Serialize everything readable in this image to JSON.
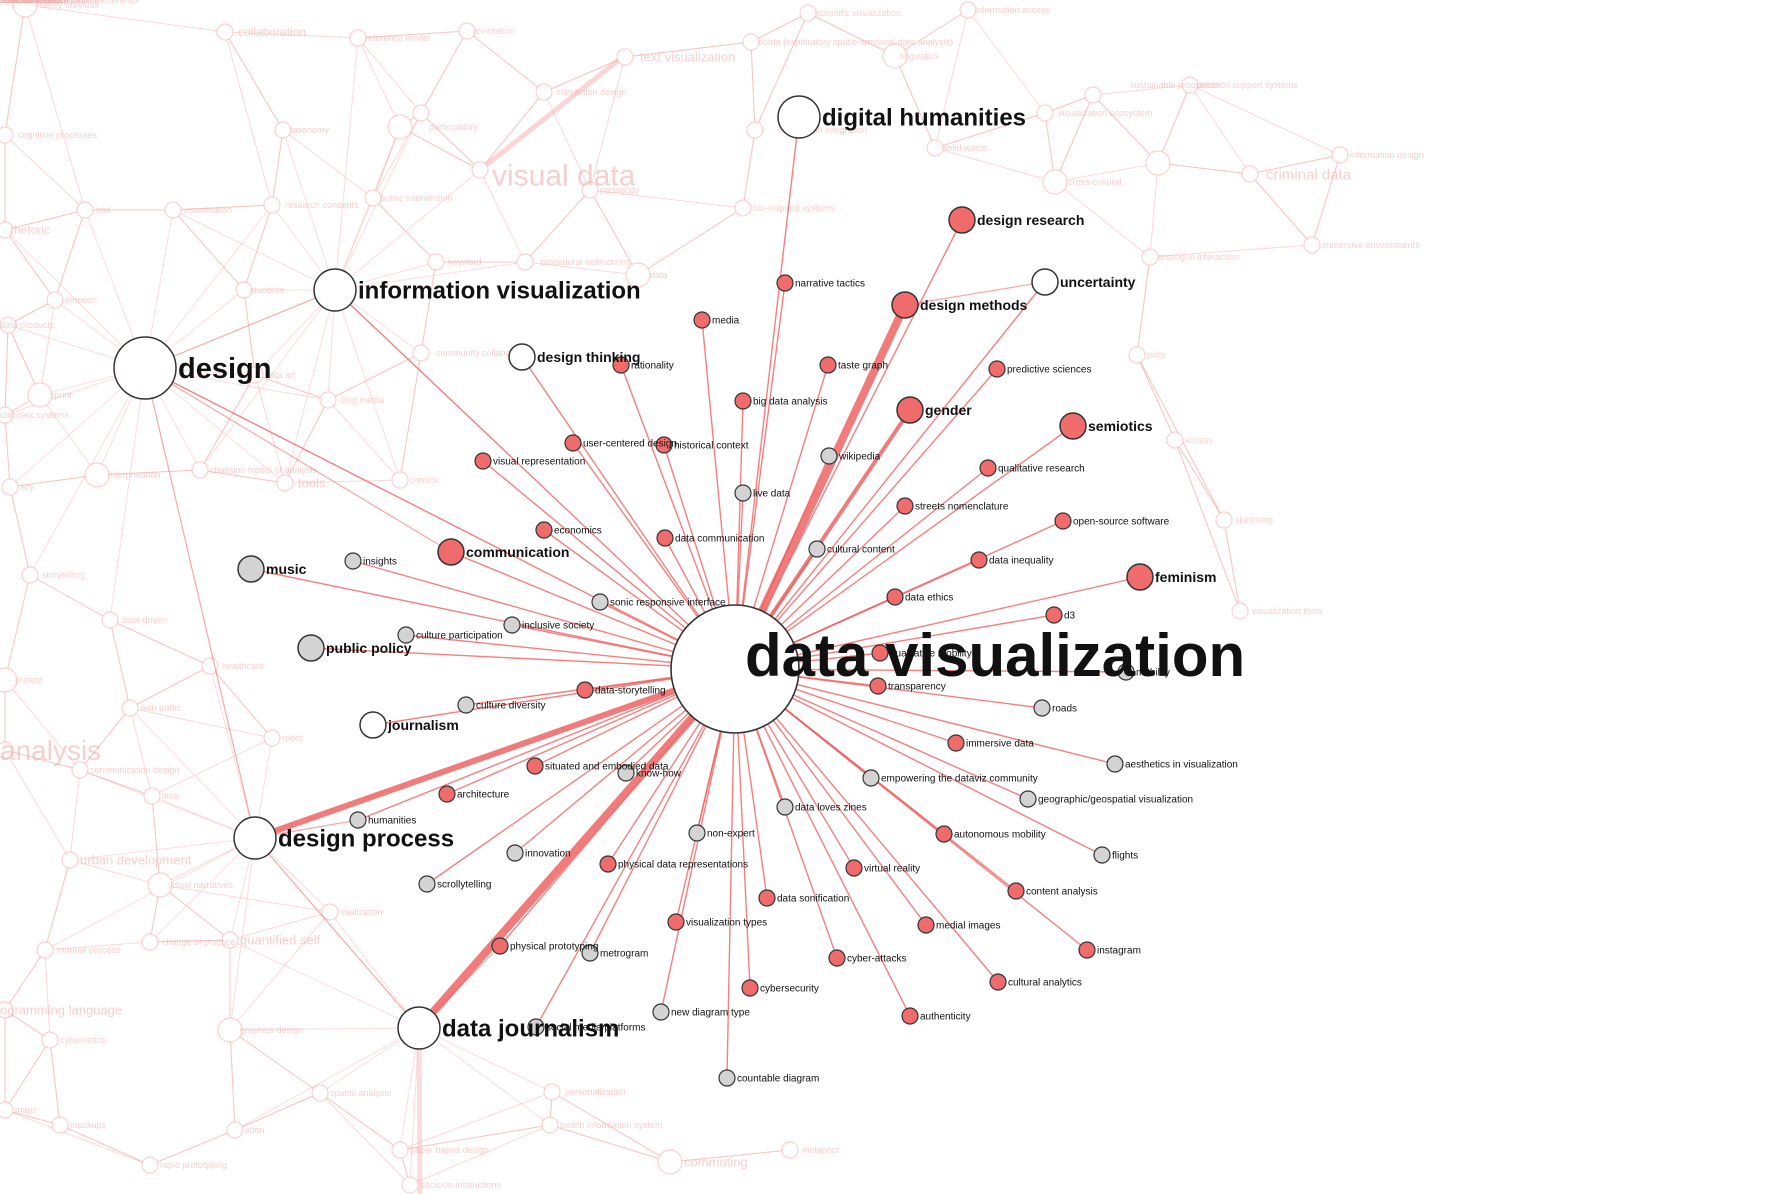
{
  "colors": {
    "accent": "#f06b6b",
    "edge": "#f06060",
    "edge_strong": "#f06b6b",
    "gray_node": "#d3d3d3",
    "white_node": "#ffffff",
    "node_stroke": "#333333",
    "faded": "#f6b2b2",
    "label": "#111111"
  },
  "graph": {
    "center": {
      "id": "data-visualization",
      "label": "data visualization"
    },
    "nodes": [
      {
        "id": "digital-humanities",
        "label": "digital humanities",
        "kind": "white",
        "size": "large",
        "weight": 1
      },
      {
        "id": "design-research",
        "label": "design research",
        "kind": "red",
        "size": "medium",
        "weight": 1
      },
      {
        "id": "uncertainty",
        "label": "uncertainty",
        "kind": "white",
        "size": "medium",
        "weight": 1
      },
      {
        "id": "narrative-tactics",
        "label": "narrative tactics",
        "kind": "red",
        "size": "small",
        "weight": 1
      },
      {
        "id": "design-methods",
        "label": "design methods",
        "kind": "red",
        "size": "medium",
        "weight": 4
      },
      {
        "id": "information-visualization",
        "label": "information visualization",
        "kind": "white",
        "size": "large",
        "weight": 1
      },
      {
        "id": "media",
        "label": "media",
        "kind": "red",
        "size": "small",
        "weight": 1
      },
      {
        "id": "design",
        "label": "design",
        "kind": "white",
        "size": "xlarge",
        "weight": 1
      },
      {
        "id": "design-thinking",
        "label": "design thinking",
        "kind": "white",
        "size": "medium",
        "weight": 1
      },
      {
        "id": "rationality",
        "label": "rationality",
        "kind": "red",
        "size": "small",
        "weight": 1
      },
      {
        "id": "taste-graph",
        "label": "taste graph",
        "kind": "red",
        "size": "small",
        "weight": 1
      },
      {
        "id": "predictive-sciences",
        "label": "predictive sciences",
        "kind": "red",
        "size": "small",
        "weight": 1
      },
      {
        "id": "big-data-analysis",
        "label": "big data analysis",
        "kind": "red",
        "size": "small",
        "weight": 1
      },
      {
        "id": "gender",
        "label": "gender",
        "kind": "red",
        "size": "medium",
        "weight": 2
      },
      {
        "id": "semiotics",
        "label": "semiotics",
        "kind": "red",
        "size": "medium",
        "weight": 1
      },
      {
        "id": "user-centered-design",
        "label": "user-centered design",
        "kind": "red",
        "size": "small",
        "weight": 1
      },
      {
        "id": "historical-context",
        "label": "historical context",
        "kind": "red",
        "size": "small",
        "weight": 1
      },
      {
        "id": "visual-representation",
        "label": "visual representation",
        "kind": "red",
        "size": "small",
        "weight": 1
      },
      {
        "id": "wikipedia",
        "label": "wikipedia",
        "kind": "gray",
        "size": "small",
        "weight": 1
      },
      {
        "id": "qualitative-research",
        "label": "qualitative research",
        "kind": "red",
        "size": "small",
        "weight": 1
      },
      {
        "id": "live-data",
        "label": "live data",
        "kind": "gray",
        "size": "small",
        "weight": 1
      },
      {
        "id": "streets-nomenclature",
        "label": "streets nomenclature",
        "kind": "red",
        "size": "small",
        "weight": 1
      },
      {
        "id": "open-source-software",
        "label": "open-source software",
        "kind": "red",
        "size": "small",
        "weight": 1
      },
      {
        "id": "economics",
        "label": "economics",
        "kind": "red",
        "size": "small",
        "weight": 1
      },
      {
        "id": "data-communication",
        "label": "data communication",
        "kind": "red",
        "size": "small",
        "weight": 1
      },
      {
        "id": "communication",
        "label": "communication",
        "kind": "red",
        "size": "medium",
        "weight": 1
      },
      {
        "id": "cultural-content",
        "label": "cultural content",
        "kind": "gray",
        "size": "small",
        "weight": 1
      },
      {
        "id": "data-inequality",
        "label": "data inequality",
        "kind": "red",
        "size": "small",
        "weight": 1
      },
      {
        "id": "feminism",
        "label": "feminism",
        "kind": "red",
        "size": "medium",
        "weight": 1
      },
      {
        "id": "music",
        "label": "music",
        "kind": "gray",
        "size": "medium",
        "weight": 1
      },
      {
        "id": "insights",
        "label": "insights",
        "kind": "gray",
        "size": "small",
        "weight": 1
      },
      {
        "id": "data-ethics",
        "label": "data ethics",
        "kind": "red",
        "size": "small",
        "weight": 1
      },
      {
        "id": "sonic-responsive-interface",
        "label": "sonic responsive interface",
        "kind": "gray",
        "size": "small",
        "weight": 1
      },
      {
        "id": "d3",
        "label": "d3",
        "kind": "red",
        "size": "small",
        "weight": 1
      },
      {
        "id": "inclusive-society",
        "label": "inclusive society",
        "kind": "gray",
        "size": "small",
        "weight": 1
      },
      {
        "id": "culture-participation",
        "label": "culture participation",
        "kind": "gray",
        "size": "small",
        "weight": 1
      },
      {
        "id": "public-policy",
        "label": "public policy",
        "kind": "gray",
        "size": "medium",
        "weight": 1
      },
      {
        "id": "qualitative-mobility",
        "label": "qualitative mobility",
        "kind": "red",
        "size": "small",
        "weight": 1
      },
      {
        "id": "mobility",
        "label": "mobility",
        "kind": "gray",
        "size": "small",
        "weight": 1
      },
      {
        "id": "transparency",
        "label": "transparency",
        "kind": "red",
        "size": "small",
        "weight": 1
      },
      {
        "id": "data-storytelling",
        "label": "data-storytelling",
        "kind": "red",
        "size": "small",
        "weight": 1
      },
      {
        "id": "culture-diversity",
        "label": "culture diversity",
        "kind": "gray",
        "size": "small",
        "weight": 1
      },
      {
        "id": "roads",
        "label": "roads",
        "kind": "gray",
        "size": "small",
        "weight": 1
      },
      {
        "id": "journalism",
        "label": "journalism",
        "kind": "white",
        "size": "medium",
        "weight": 1
      },
      {
        "id": "immersive-data",
        "label": "immersive data",
        "kind": "red",
        "size": "small",
        "weight": 1
      },
      {
        "id": "aesthetics-in-visualization",
        "label": "aesthetics in visualization",
        "kind": "gray",
        "size": "small",
        "weight": 1
      },
      {
        "id": "situated-and-embodied-data",
        "label": "situated and embodied data",
        "kind": "red",
        "size": "small",
        "weight": 1
      },
      {
        "id": "know-how",
        "label": "know-how",
        "kind": "gray",
        "size": "small",
        "weight": 1
      },
      {
        "id": "empowering-the-dataviz-community",
        "label": "empowering the dataviz community",
        "kind": "gray",
        "size": "small",
        "weight": 1
      },
      {
        "id": "architecture",
        "label": "architecture",
        "kind": "red",
        "size": "small",
        "weight": 1
      },
      {
        "id": "geographic-geospatial-visualization",
        "label": "geographic/geospatial visualization",
        "kind": "gray",
        "size": "small",
        "weight": 1
      },
      {
        "id": "data-loves-zines",
        "label": "data loves zines",
        "kind": "gray",
        "size": "small",
        "weight": 1
      },
      {
        "id": "humanities",
        "label": "humanities",
        "kind": "gray",
        "size": "small",
        "weight": 1
      },
      {
        "id": "design-process",
        "label": "design process",
        "kind": "white",
        "size": "large",
        "weight": 3
      },
      {
        "id": "autonomous-mobility",
        "label": "autonomous mobility",
        "kind": "red",
        "size": "small",
        "weight": 1
      },
      {
        "id": "non-expert",
        "label": "non-expert",
        "kind": "gray",
        "size": "small",
        "weight": 1
      },
      {
        "id": "innovation",
        "label": "innovation",
        "kind": "gray",
        "size": "small",
        "weight": 1
      },
      {
        "id": "physical-data-representations",
        "label": "physical data representations",
        "kind": "red",
        "size": "small",
        "weight": 1
      },
      {
        "id": "flights",
        "label": "flights",
        "kind": "gray",
        "size": "small",
        "weight": 1
      },
      {
        "id": "virtual-reality",
        "label": "virtual reality",
        "kind": "red",
        "size": "small",
        "weight": 1
      },
      {
        "id": "scrollytelling",
        "label": "scrollytelling",
        "kind": "gray",
        "size": "small",
        "weight": 1
      },
      {
        "id": "content-analysis",
        "label": "content analysis",
        "kind": "red",
        "size": "small",
        "weight": 1
      },
      {
        "id": "data-sonification",
        "label": "data sonification",
        "kind": "red",
        "size": "small",
        "weight": 1
      },
      {
        "id": "visualization-types",
        "label": "visualization types",
        "kind": "red",
        "size": "small",
        "weight": 1
      },
      {
        "id": "medial-images",
        "label": "medial images",
        "kind": "red",
        "size": "small",
        "weight": 1
      },
      {
        "id": "physical-prototyping",
        "label": "physical prototyping",
        "kind": "red",
        "size": "small",
        "weight": 1
      },
      {
        "id": "metrogram",
        "label": "metrogram",
        "kind": "gray",
        "size": "small",
        "weight": 1
      },
      {
        "id": "instagram",
        "label": "instagram",
        "kind": "red",
        "size": "small",
        "weight": 1
      },
      {
        "id": "cyber-attacks",
        "label": "cyber-attacks",
        "kind": "red",
        "size": "small",
        "weight": 1
      },
      {
        "id": "cultural-analytics",
        "label": "cultural analytics",
        "kind": "red",
        "size": "small",
        "weight": 1
      },
      {
        "id": "cybersecurity",
        "label": "cybersecurity",
        "kind": "red",
        "size": "small",
        "weight": 1
      },
      {
        "id": "data-journalism",
        "label": "data journalism",
        "kind": "white",
        "size": "large",
        "weight": 4
      },
      {
        "id": "new-diagram-type",
        "label": "new diagram type",
        "kind": "gray",
        "size": "small",
        "weight": 1
      },
      {
        "id": "authenticity",
        "label": "authenticity",
        "kind": "red",
        "size": "small",
        "weight": 1
      },
      {
        "id": "social-media-platforms",
        "label": "social media platforms",
        "kind": "gray",
        "size": "small",
        "weight": 1
      },
      {
        "id": "countable-diagram",
        "label": "countable diagram",
        "kind": "gray",
        "size": "small",
        "weight": 1
      }
    ],
    "background_labels": [
      "henry dreyfuss",
      "collaboration",
      "reference model",
      "annotation",
      "scientific visualization",
      "information access",
      "eotda (exploratory spatio-temporal data analysis)",
      "linguistics",
      "text visualization",
      "interaction design",
      "decision support systems",
      "sustainable production",
      "taxonomy",
      "participatory",
      "cognitive processes",
      "visualization ecosystem",
      "information integration",
      "solid waste",
      "visual data",
      "criminal data",
      "information design",
      "tool",
      "visualisation",
      "research concepts",
      "public intervention",
      "pedagogy",
      "cross-cultural",
      "bio-inspired systems",
      "rhetoric",
      "immersive environments",
      "keyword",
      "procedural instructions",
      "students",
      "data",
      "analogue interaction",
      "emotion",
      "data products",
      "data art",
      "community collaboration",
      "polls",
      "sprint",
      "ding media",
      "access",
      "complex systems",
      "chassimi model of analysis",
      "tools",
      "comics",
      "interpretation",
      "acy",
      "sketching",
      "storytelling",
      "visualization tools",
      "data-driven",
      "healthcare",
      "protest",
      "web traffic",
      "robot",
      "analysis",
      "communication design",
      "time",
      "urban development",
      "visual narratives",
      "sualization",
      "manual process",
      "change of practice",
      "quantified self",
      "ogramming language",
      "cybernetics",
      "graphics design",
      "spatial analysis",
      "personalization",
      "maps",
      "mockups",
      "ation",
      "health information system",
      "commuting",
      "paper based design",
      "rapid prototyping",
      "metaphor",
      "decision instructions",
      "lower and middle income countries",
      "decision support",
      "network visualization",
      "visualising health patterns",
      "referrals",
      "open data",
      "official statistics",
      "public opinion",
      "institutionalization"
    ]
  }
}
